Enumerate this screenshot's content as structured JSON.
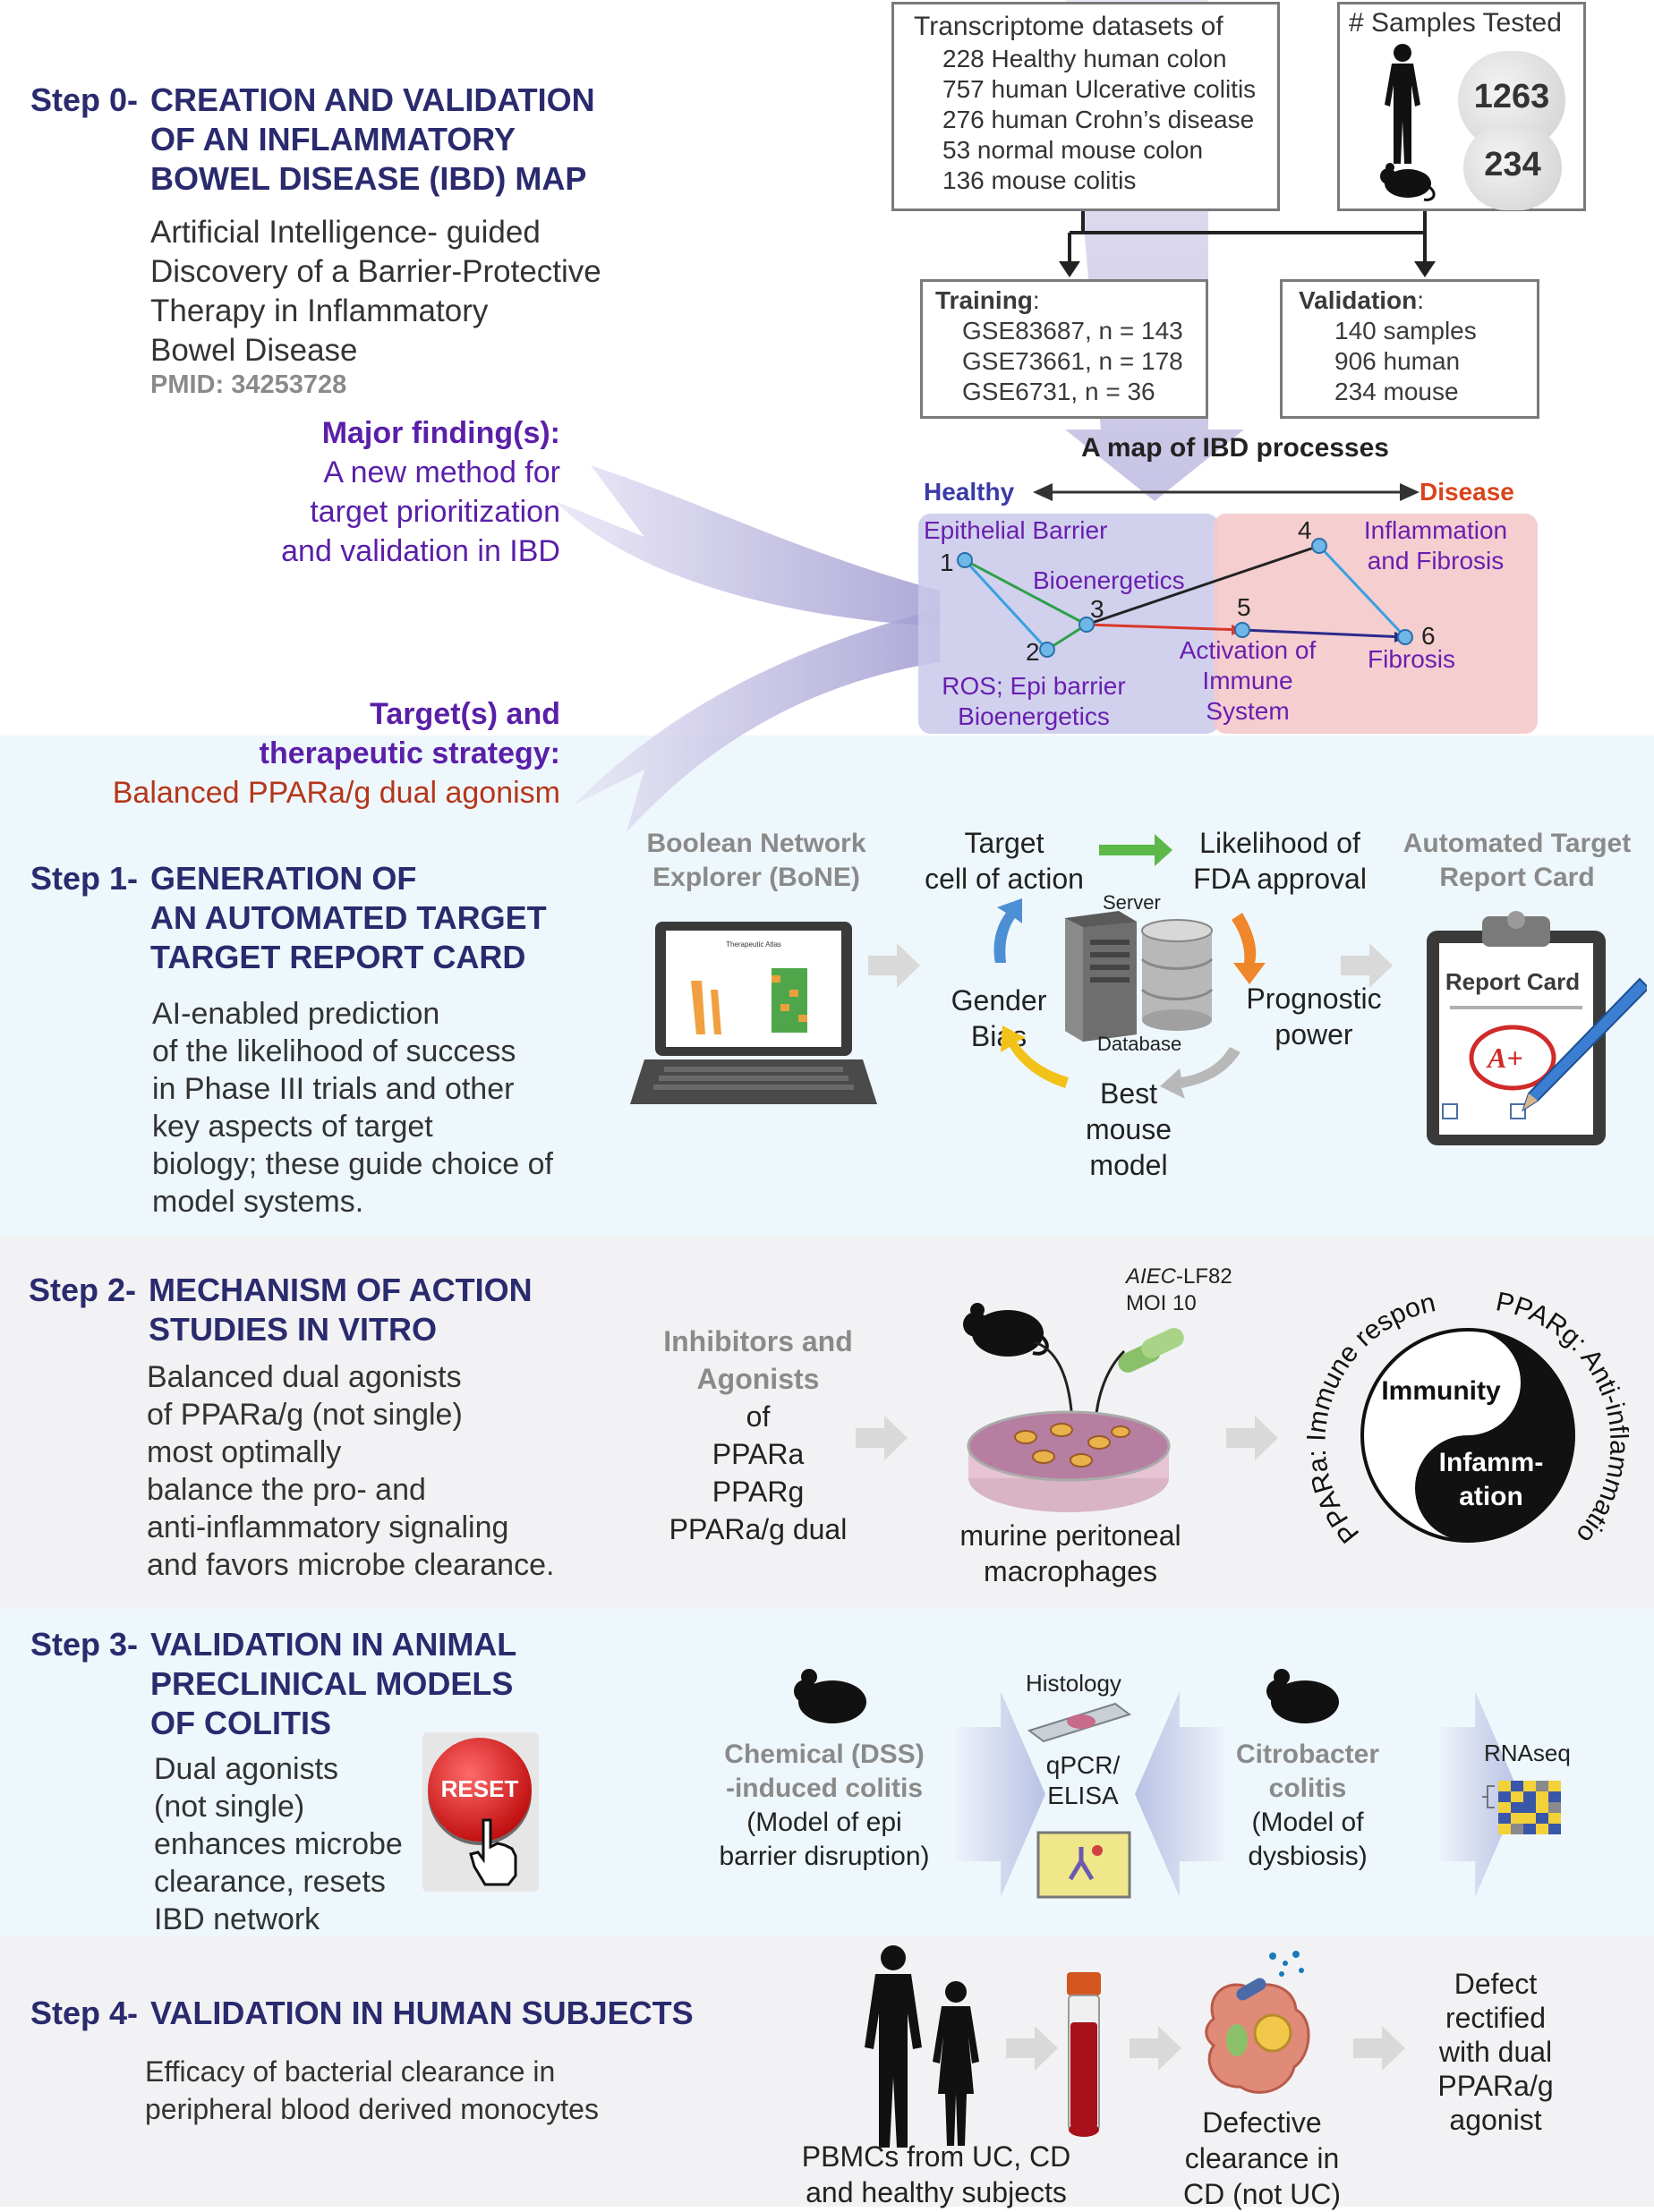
{
  "step0": {
    "prefix": "Step 0-",
    "title_lines": [
      "CREATION AND VALIDATION",
      "OF AN INFLAMMATORY",
      "BOWEL DISEASE (IBD) MAP"
    ],
    "paper_lines": [
      "Artificial Intelligence- guided",
      "Discovery of a Barrier-Protective",
      "Therapy in Inflammatory",
      "Bowel Disease"
    ],
    "pmid": "PMID: 34253728",
    "major_finding_heading": "Major finding(s):",
    "major_finding_lines": [
      "A new method for",
      "target prioritization",
      "and validation in IBD"
    ],
    "target_heading_lines": [
      "Target(s) and",
      "therapeutic strategy:"
    ],
    "target_strategy": "Balanced PPARa/g dual agonism",
    "datasets": {
      "title": "Transcriptome datasets of",
      "lines": [
        "228 Healthy human colon",
        "757 human Ulcerative colitis",
        "276 human Crohn’s disease",
        "53 normal mouse colon",
        "136 mouse colitis"
      ]
    },
    "samples": {
      "title": "# Samples Tested",
      "human": "1263",
      "mouse": "234"
    },
    "training": {
      "title": "Training",
      "lines": [
        "GSE83687, n = 143",
        "GSE73661, n = 178",
        "GSE6731, n = 36"
      ]
    },
    "validation": {
      "title": "Validation",
      "lines": [
        "140 samples",
        "906 human",
        "234 mouse"
      ]
    },
    "map": {
      "title": "A map of IBD processes",
      "healthy": "Healthy",
      "disease": "Disease",
      "epithelial_barrier": "Epithelial Barrier",
      "bioenergetics": "Bioenergetics",
      "ros_lines": [
        "ROS; Epi barrier",
        "Bioenergetics"
      ],
      "activation_lines": [
        "Activation of",
        "Immune",
        "System"
      ],
      "inflammation_lines": [
        "Inflammation",
        "and Fibrosis"
      ],
      "fibrosis": "Fibrosis",
      "node_numbers": [
        "1",
        "2",
        "3",
        "4",
        "5",
        "6"
      ],
      "colors": {
        "healthy_bg": "#c9c9ea",
        "disease_bg": "#f4c9cb",
        "label_purple": "#6a1fb0",
        "healthy_text": "#3a3aa8",
        "disease_text": "#d9441a"
      }
    }
  },
  "step1": {
    "prefix": "Step 1-",
    "title_lines": [
      "GENERATION OF",
      "AN AUTOMATED TARGET",
      "TARGET REPORT CARD"
    ],
    "body_lines": [
      "AI-enabled prediction",
      "of the likelihood of success",
      "in Phase III trials and other",
      "key aspects of target",
      "biology; these guide choice of",
      "model systems."
    ],
    "bone_lines": [
      "Boolean Network",
      "Explorer (BoNE)"
    ],
    "cycle": {
      "target_cell": [
        "Target",
        "cell of action"
      ],
      "fda": [
        "Likelihood of",
        "FDA approval"
      ],
      "prognostic": [
        "Prognostic",
        "power"
      ],
      "mouse_model": [
        "Best",
        "mouse",
        "model"
      ],
      "gender": [
        "Gender",
        "Bias"
      ],
      "server": "Server",
      "database": "Database"
    },
    "report_heading": [
      "Automated Target",
      "Report Card"
    ],
    "report_card_label": "Report Card",
    "grade": "A+",
    "laptop_text": "Therapeutic Atlas"
  },
  "step2": {
    "prefix": "Step 2-",
    "title_lines": [
      "MECHANISM OF ACTION",
      "STUDIES IN VITRO"
    ],
    "body_lines": [
      "Balanced dual agonists",
      "of PPARa/g (not single)",
      "most optimally",
      "balance the pro- and",
      "anti-inflammatory signaling",
      "and favors microbe clearance."
    ],
    "inhibitors_lines": [
      "Inhibitors and",
      "Agonists",
      "of",
      "PPARa",
      "PPARg",
      "PPARa/g dual"
    ],
    "aiec_italic": "AIEC",
    "aiec_rest": "-LF82",
    "moi": "MOI 10",
    "dish_label": [
      "murine peritoneal",
      "macrophages"
    ],
    "yin_yang": {
      "immunity": "Immunity",
      "inflammation_lines": [
        "Infamm-",
        "ation"
      ],
      "arc_top": "Immune response",
      "arc_left": "PPARa: Immune response",
      "arc_right": "PPARg: Anti-inflammation"
    }
  },
  "step3": {
    "prefix": "Step 3-",
    "title_lines": [
      "VALIDATION IN ANIMAL",
      "PRECLINICAL MODELS",
      "OF COLITIS"
    ],
    "body_lines": [
      "Dual agonists",
      "(not single)",
      "enhances microbe",
      "clearance, resets",
      "IBD network"
    ],
    "reset_label": "RESET",
    "dss_bold": [
      "Chemical (DSS)",
      "-induced colitis"
    ],
    "dss_lines": [
      "(Model of epi",
      "barrier disruption)"
    ],
    "histology": "Histology",
    "qpcr_lines": [
      "qPCR/",
      "ELISA"
    ],
    "citro_bold": [
      "Citrobacter",
      "colitis"
    ],
    "citro_lines": [
      "(Model of",
      "dysbiosis)"
    ],
    "rnaseq": "RNAseq"
  },
  "step4": {
    "prefix": "Step 4-",
    "title": "VALIDATION IN HUMAN SUBJECTS",
    "body_lines": [
      "Efficacy of bacterial clearance in",
      "peripheral blood derived monocytes"
    ],
    "pbmc_lines": [
      "PBMCs from UC, CD",
      "and healthy subjects"
    ],
    "defective_lines": [
      "Defective",
      "clearance in",
      "CD (not UC)"
    ],
    "rectified_lines": [
      "Defect",
      "rectified",
      "with dual",
      "PPARa/g",
      "agonist"
    ]
  }
}
